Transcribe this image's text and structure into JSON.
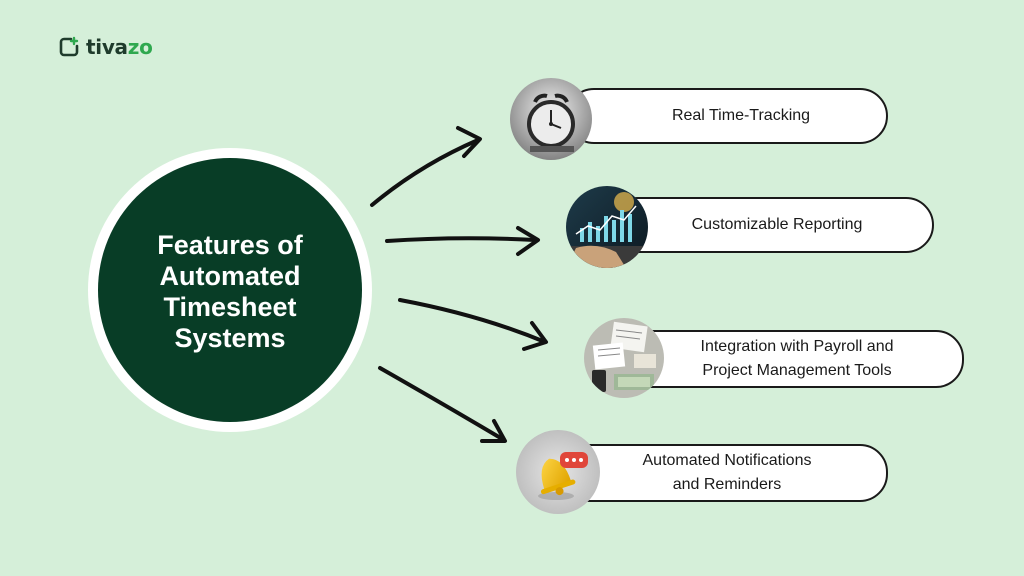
{
  "brand": {
    "name_main": "tiva",
    "name_accent": "zo",
    "colors": {
      "primary_dark": "#083d26",
      "accent": "#2fa84f",
      "background": "#d5efd9"
    }
  },
  "center": {
    "title": "Features of Automated Timesheet Systems"
  },
  "features": [
    {
      "label": "Real Time-Tracking",
      "icon": "alarm-clock-icon"
    },
    {
      "label": "Customizable Reporting",
      "icon": "analytics-chart-icon"
    },
    {
      "label": "Integration with Payroll and\nProject Management Tools",
      "icon": "payroll-documents-icon"
    },
    {
      "label": "Automated Notifications\nand Reminders",
      "icon": "notification-bell-icon"
    }
  ]
}
